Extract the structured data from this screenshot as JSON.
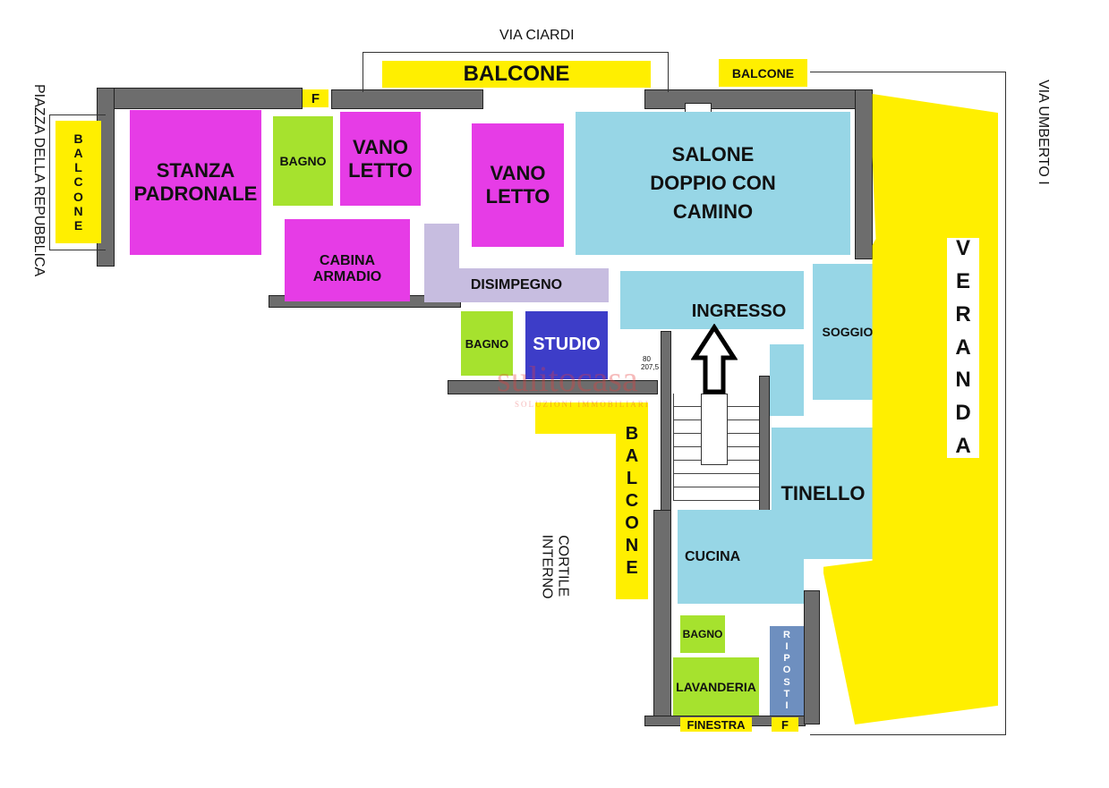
{
  "streets": {
    "top": "VIA CIARDI",
    "left": "PIAZZA DELLA REPUBBLICA",
    "right": "VIA UMBERTO I",
    "courtyard": "CORTILE INTERNO"
  },
  "rooms": {
    "balcone_top": "BALCONE",
    "balcone_top_right": "BALCONE",
    "balcone_left": "BALCONE",
    "balcone_bottom": "BALCONE",
    "stanza": "STANZA PADRONALE",
    "bagno1": "BAGNO",
    "f_top": "F",
    "vano1": "VANO LETTO",
    "vano2": "VANO LETTO",
    "salone": "SALONE DOPPIO CON CAMINO",
    "cabina": "CABINA ARMADIO",
    "disimpegno": "DISIMPEGNO",
    "ingresso": "INGRESSO",
    "soggiorno": "SOGGIORNO",
    "bagno2": "BAGNO",
    "studio": "STUDIO",
    "tinello": "TINELLO",
    "cucina": "CUCINA",
    "bagno3": "BAGNO",
    "lavanderia": "LAVANDERIA",
    "ripostiglio": "RIPOSTI",
    "finestra": "FINESTRA",
    "f_bottom": "F",
    "veranda": "VERANDA"
  },
  "dimensions": {
    "d1": "80",
    "d2": "207,5"
  },
  "watermark": {
    "brand": "sulitocasa",
    "tagline": "SOLUZIONI IMMOBILIARI"
  },
  "colors": {
    "balcony": "#ffef00",
    "bedroom": "#e63ce6",
    "bath": "#a6e22e",
    "living": "#97d6e6",
    "hall": "#c7bde0",
    "study": "#3d3dc8",
    "storage": "#6e8fbf"
  }
}
